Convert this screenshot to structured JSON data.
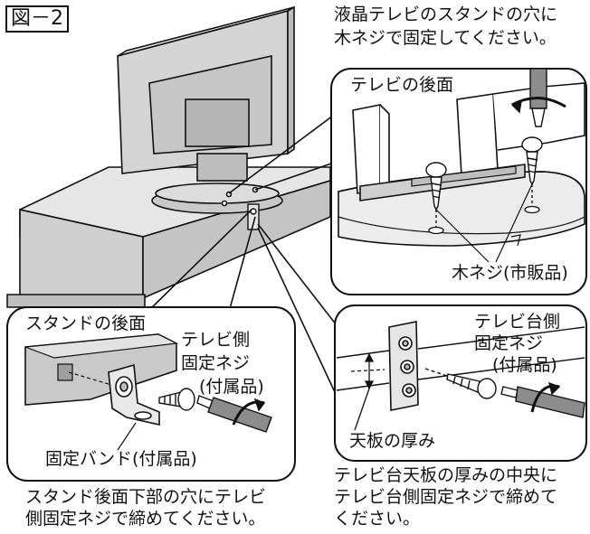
{
  "figure_label": "図－2",
  "top_right_instruction": {
    "line1": "液晶テレビのスタンドの穴に",
    "line2": "木ネジで固定してください。"
  },
  "callout_top": {
    "title": "テレビの後面",
    "screw_label": "木ネジ(市販品)"
  },
  "callout_left": {
    "title": "スタンドの後面",
    "screw_label_line1": "テレビ側",
    "screw_label_line2": "固定ネジ",
    "screw_label_line3": "(付属品)",
    "band_label": "固定バンド(付属品)"
  },
  "callout_right": {
    "screw_label_line1": "テレビ台側",
    "screw_label_line2": "固定ネジ",
    "screw_label_line3": "(付属品)",
    "thickness_label": "天板の厚み"
  },
  "bottom_left_instruction": {
    "line1": "スタンド後面下部の穴にテレビ",
    "line2": "側固定ネジで締めてください。"
  },
  "bottom_right_instruction": {
    "line1": "テレビ台天板の厚みの中央に",
    "line2": "テレビ台側固定ネジで締めて",
    "line3": "ください。"
  },
  "colors": {
    "line": "#111111",
    "grey_light": "#d9d9d9",
    "grey_mid": "#bdbdbd",
    "grey_dark": "#8c8c8c"
  }
}
